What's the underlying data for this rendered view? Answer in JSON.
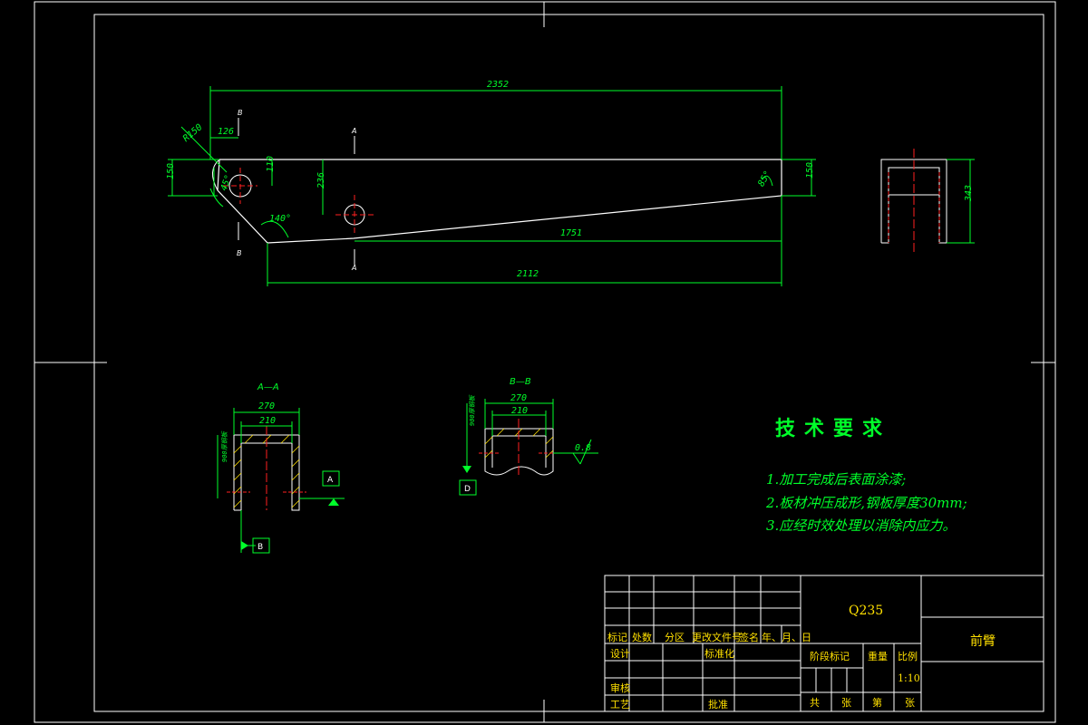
{
  "dimensions": {
    "overall_length": "2352",
    "lower_length": "2112",
    "slope_length": "1751",
    "left_offset": "126",
    "left_height": "150",
    "hole_height": "110",
    "mid_height": "236",
    "right_height": "150",
    "radius": "R150",
    "angle_left": "140°",
    "angle_right": "85°",
    "angle_small": "45°",
    "side_height": "343",
    "aa_outer": "270",
    "aa_inner": "210",
    "aa_wall": "900厚钢板",
    "bb_outer": "270",
    "bb_inner": "210",
    "bb_wall": "900厚钢板",
    "roughness": "0.8"
  },
  "section_marks": {
    "a_top": "A",
    "a_bottom": "A",
    "b_top": "B",
    "b_bottom": "B",
    "aa_title": "A—A",
    "bb_title": "B—B",
    "datum_a": "A",
    "datum_b": "B",
    "datum_d": "D"
  },
  "requirements": {
    "title": "技术要求",
    "item1": "1.加工完成后表面涂漆;",
    "item2": "2.板材冲压成形,钢板厚度30mm;",
    "item3": "3.应经时效处理以消除内应力。"
  },
  "title_block": {
    "material": "Q235",
    "part_name": "前臂",
    "header": [
      "标记",
      "处数",
      "分区",
      "更改文件号",
      "签名",
      "年、月、日"
    ],
    "design": "设计",
    "standard": "标准化",
    "review": "审核",
    "process": "工艺",
    "approve": "批准",
    "stage_mark": "阶段标记",
    "weight": "重量",
    "scale_label": "比例",
    "scale": "1:10",
    "total": "共",
    "sheets": "张",
    "page": "第",
    "sheet2": "张"
  },
  "colors": {
    "outline": "#ffffff",
    "dimension": "#00ff2a",
    "centerline": "#ff2020",
    "hatch": "#ffe000"
  }
}
